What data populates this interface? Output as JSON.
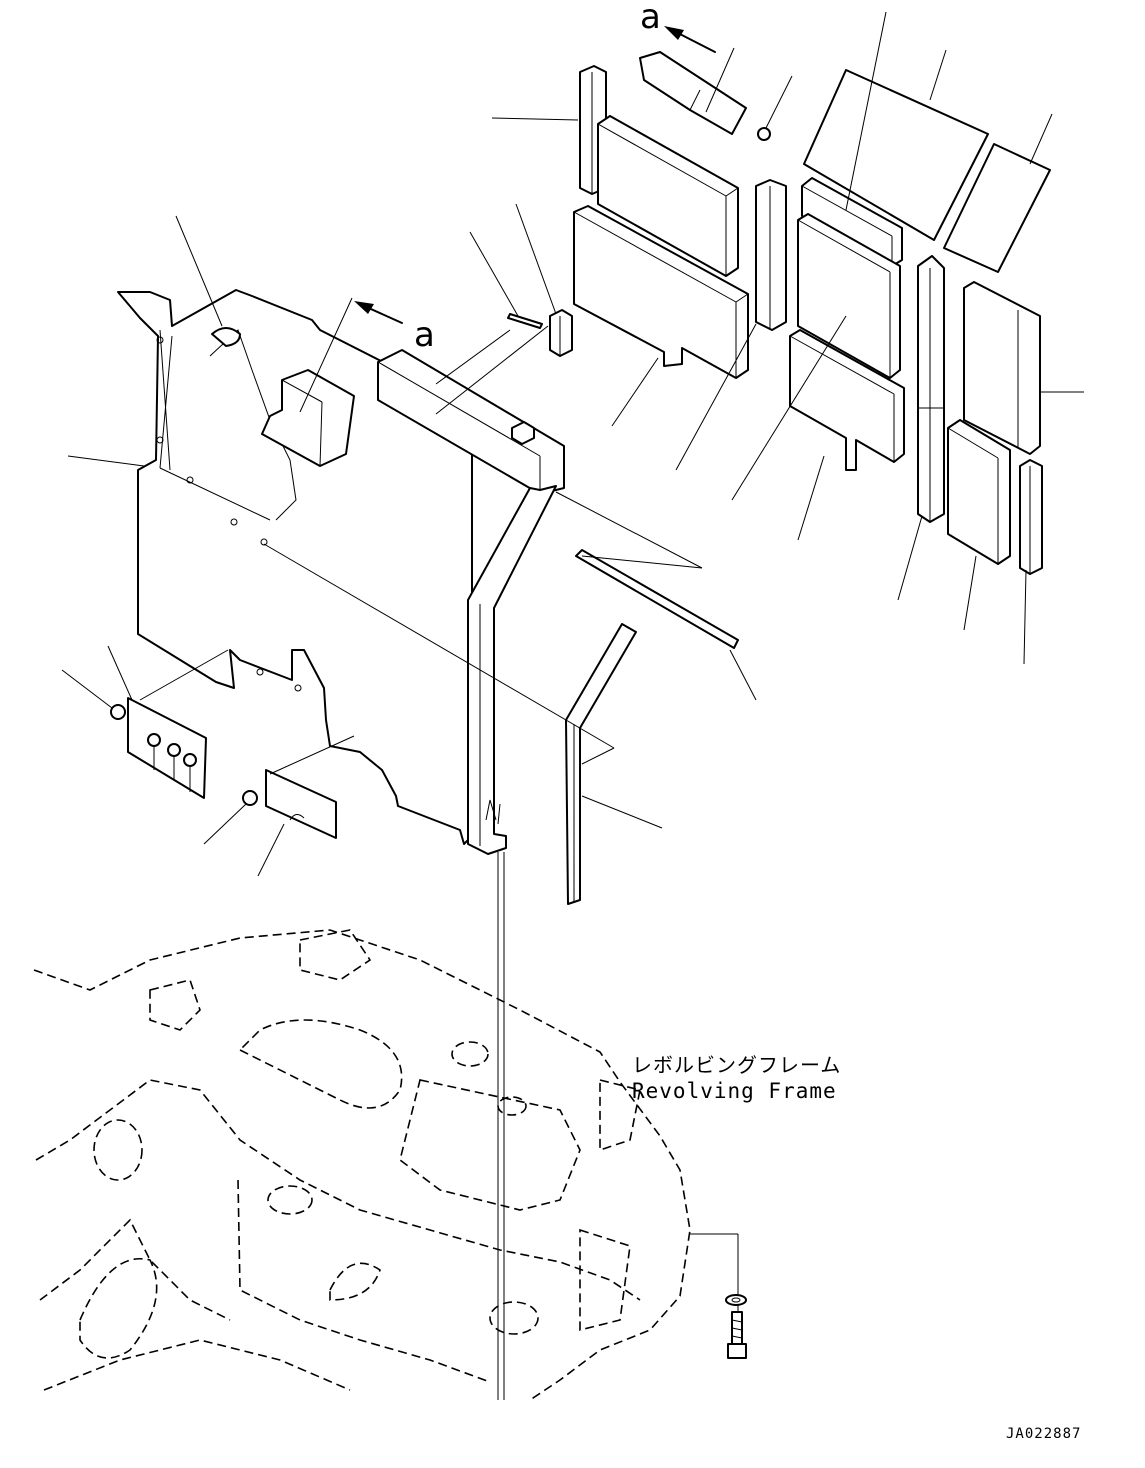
{
  "view_marker": {
    "top": "a",
    "middle": "a"
  },
  "frame_label": {
    "japanese": "レボルビングフレーム",
    "english": "Revolving Frame"
  },
  "drawing_code": "JA022887",
  "icons": [
    "arrow-left-up-icon",
    "bolt-icon",
    "washer-icon",
    "grommet-icon"
  ]
}
